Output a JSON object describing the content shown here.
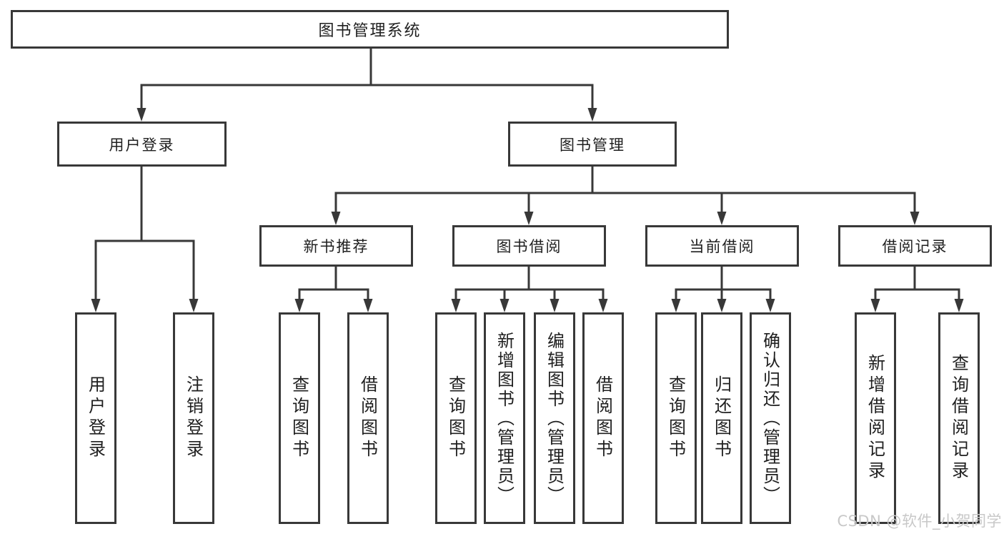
{
  "diagram_title": "图书管理系统",
  "tree": {
    "root": {
      "label": "图书管理系统"
    },
    "branches": [
      {
        "label": "用户登录",
        "children": [
          {
            "label": "用户登录"
          },
          {
            "label": "注销登录"
          }
        ]
      },
      {
        "label": "图书管理",
        "groups": [
          {
            "label": "新书推荐",
            "children": [
              {
                "label": "查询图书"
              },
              {
                "label": "借阅图书"
              }
            ]
          },
          {
            "label": "图书借阅",
            "children": [
              {
                "label": "查询图书"
              },
              {
                "label": "新增图书（管理员）"
              },
              {
                "label": "编辑图书（管理员）"
              },
              {
                "label": "借阅图书"
              }
            ]
          },
          {
            "label": "当前借阅",
            "children": [
              {
                "label": "查询图书"
              },
              {
                "label": "归还图书"
              },
              {
                "label": "确认归还（管理员）"
              }
            ]
          },
          {
            "label": "借阅记录",
            "children": [
              {
                "label": "新增借阅记录"
              },
              {
                "label": "查询借阅记录"
              }
            ]
          }
        ]
      }
    ]
  },
  "watermark": "CSDN @软件_小贺同学",
  "colors": {
    "line": "#383838",
    "box_border": "#383838",
    "text": "#1f1f1f",
    "watermark": "#c8c8c8",
    "background": "#ffffff"
  }
}
